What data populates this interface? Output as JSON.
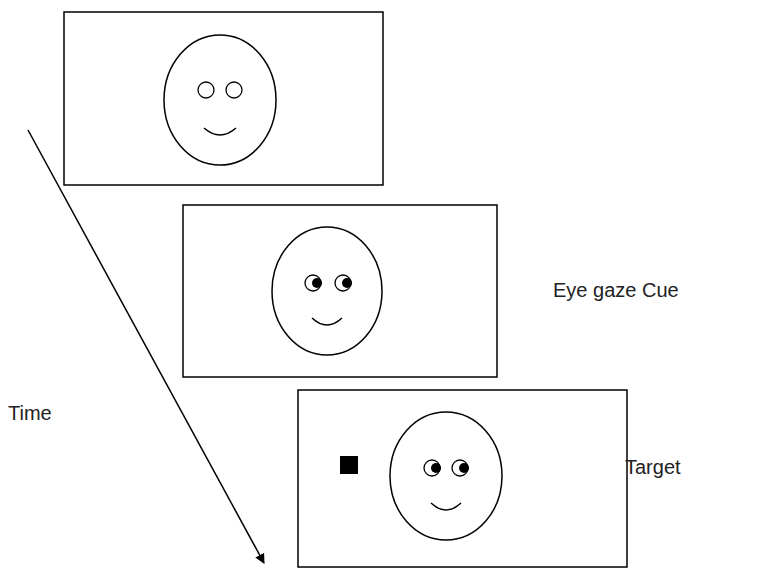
{
  "diagram": {
    "labels": [
      "Eye gaze Cue",
      "Time",
      "Target"
    ]
  }
}
